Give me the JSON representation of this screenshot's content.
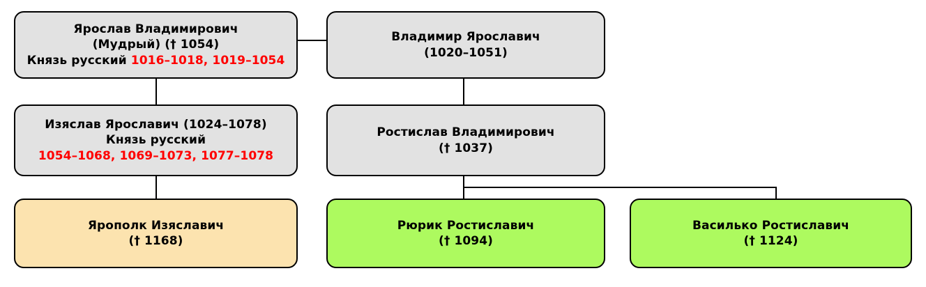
{
  "diagram": {
    "type": "genealogy-tree",
    "title_text": "",
    "colors": {
      "box_gray": "#e2e2e2",
      "box_peach": "#fce3af",
      "box_green": "#adfa5f",
      "border": "#000000",
      "text": "#000000",
      "reign_highlight": "#ff0000",
      "background": "#ffffff"
    }
  },
  "nodes": {
    "yaroslav": {
      "line1": "Ярослав Владимирович",
      "line2": "(Мудрый) († 1054)",
      "line3_label": "Князь русский",
      "line3_reign": "1016–1018, 1019–1054",
      "fill": "gray"
    },
    "vladimir": {
      "line1": "Владимир Ярославич",
      "line2": "(1020–1051)",
      "fill": "gray"
    },
    "izyaslav": {
      "line1": "Изяслав Ярославич (1024–1078)",
      "line2": "Князь русский",
      "line3_reign": "1054–1068, 1069–1073, 1077–1078",
      "fill": "gray"
    },
    "rostislav": {
      "line1": "Ростислав Владимирович",
      "line2": "(† 1037)",
      "fill": "gray"
    },
    "yaropolk": {
      "line1": "Ярополк Изяславич",
      "line2": "(† 1168)",
      "fill": "peach"
    },
    "rurik": {
      "line1": "Рюрик Ростиславич",
      "line2": "(† 1094)",
      "fill": "green"
    },
    "vasilko": {
      "line1": "Василько Ростиславич",
      "line2": "(† 1124)",
      "fill": "green"
    }
  },
  "edges": [
    {
      "name": "yaroslav-to-vladimir",
      "kind": "horizontal-spouse-or-sibling"
    },
    {
      "name": "yaroslav-to-izyaslav",
      "kind": "vertical-parent-child"
    },
    {
      "name": "vladimir-to-rostislav",
      "kind": "vertical-parent-child"
    },
    {
      "name": "izyaslav-to-yaropolk",
      "kind": "vertical-parent-child"
    },
    {
      "name": "rostislav-to-rurik",
      "kind": "vertical-parent-child"
    },
    {
      "name": "rostislav-to-vasilko",
      "kind": "elbow-parent-child"
    }
  ]
}
